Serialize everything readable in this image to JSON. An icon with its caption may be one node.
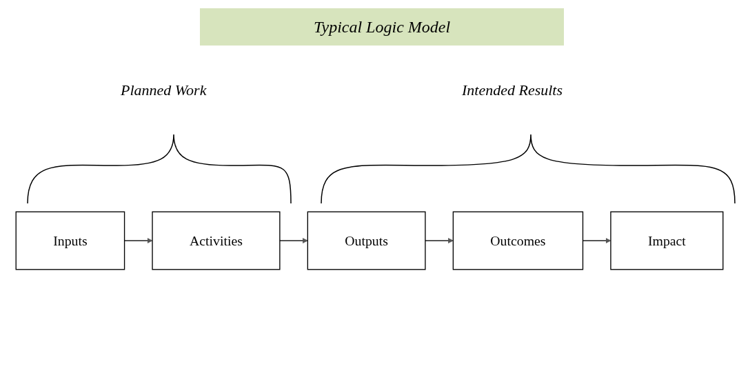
{
  "diagram": {
    "title": "Typical Logic Model",
    "nodes": [
      {
        "text": [
          "Inputs"
        ]
      },
      {
        "text": [
          "Activities"
        ]
      },
      {
        "text": [
          "Outputs"
        ]
      },
      {
        "text": [
          "Outcomes"
        ]
      },
      {
        "text": [
          "Impact"
        ]
      }
    ],
    "edges": [
      {
        "from": 0,
        "to": 1,
        "arrow": "to"
      },
      {
        "from": 1,
        "to": 2,
        "arrow": "to"
      },
      {
        "from": 2,
        "to": 3,
        "arrow": "to"
      },
      {
        "from": 3,
        "to": 4,
        "arrow": "to"
      }
    ],
    "labels": [
      "Planned Work",
      "Intended Results"
    ]
  }
}
